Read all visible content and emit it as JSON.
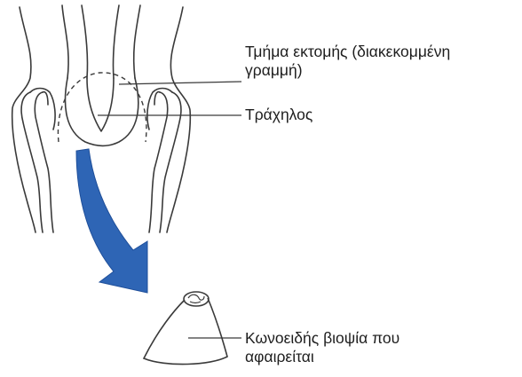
{
  "labels": {
    "excision_area": {
      "line1": "Τμήμα εκτομής (διακεκομμένη",
      "line2": "γραμμή)"
    },
    "cervix": {
      "line1": "Τράχηλος"
    },
    "cone_biopsy": {
      "line1": "Κωνοειδής βιοψία που",
      "line2": "αφαιρείται"
    }
  },
  "colors": {
    "outline": "#3a3a3a",
    "arrow": "#2e65b5",
    "arrow_dark": "#1f4f9a",
    "background": "#ffffff"
  }
}
